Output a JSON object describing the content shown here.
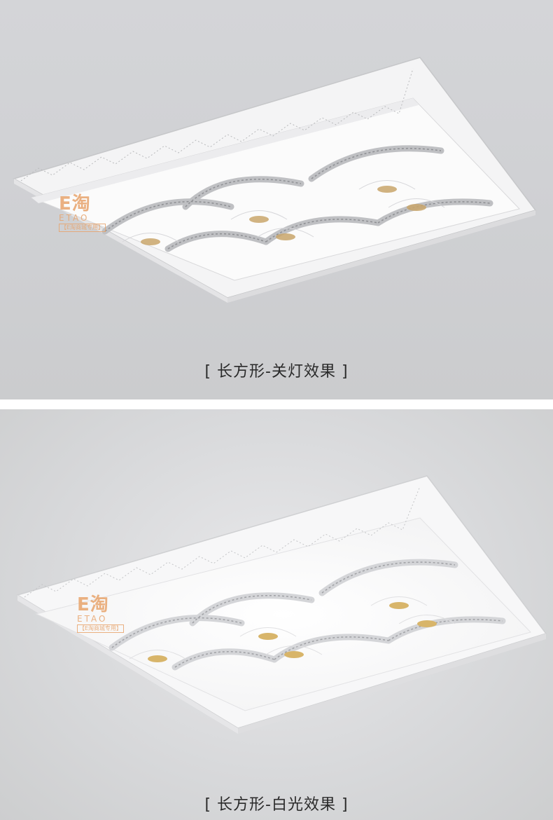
{
  "captions": {
    "off": "[ 长方形-关灯效果 ]",
    "on": "[ 长方形-白光效果 ]"
  },
  "watermark": {
    "logo": "E淘",
    "sub": "ETAO",
    "tag": "【E淘商城专用】"
  },
  "colors": {
    "frame_white": "#ffffff",
    "crystal_gold": "#c9a66b",
    "watermark_orange": "#e8a46c",
    "caption_text": "#2a2a2a"
  }
}
